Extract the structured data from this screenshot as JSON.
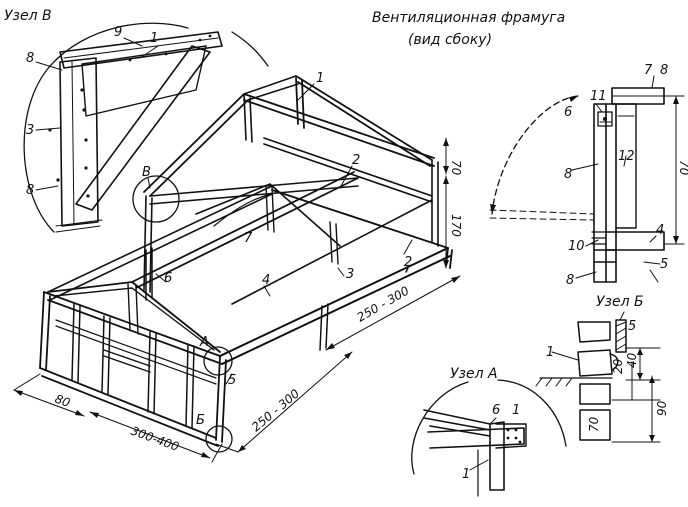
{
  "captions": {
    "node_v": "Узел В",
    "vent_title_1": "Вентиляционная фрамуга",
    "vent_title_2": "(вид сбоку)",
    "node_b": "Узел Б",
    "node_a": "Узел А"
  },
  "main_labels": {
    "p1": "1",
    "p2a": "2",
    "p2b": "2",
    "p3": "3",
    "p4": "4",
    "p5": "5",
    "p6": "6",
    "p7": "7",
    "nodeA": "А",
    "nodeB": "Б",
    "nodeV": "В"
  },
  "main_dims": {
    "d70": "70",
    "d170": "170",
    "d250_top": "250 - 300",
    "d250_bottom": "250 - 300",
    "d80": "80",
    "d300_400": "300-400"
  },
  "node_v_labels": {
    "p1": "1",
    "p9": "9",
    "p8a": "8",
    "p3": "3",
    "p8b": "8"
  },
  "vent_labels": {
    "p7": "7",
    "p8a": "8",
    "p11": "11",
    "p6": "6",
    "p12": "12",
    "p8b": "8",
    "p10": "10",
    "p4": "4",
    "p5": "5",
    "p8c": "8"
  },
  "vent_dims": {
    "d70": "70"
  },
  "node_b_labels": {
    "p5": "5",
    "p1": "1"
  },
  "node_b_dims": {
    "d20": "20",
    "d40": "40",
    "d90": "90",
    "d70": "70"
  },
  "node_a_labels": {
    "p6": "6",
    "p1a": "1",
    "p1b": "1"
  }
}
